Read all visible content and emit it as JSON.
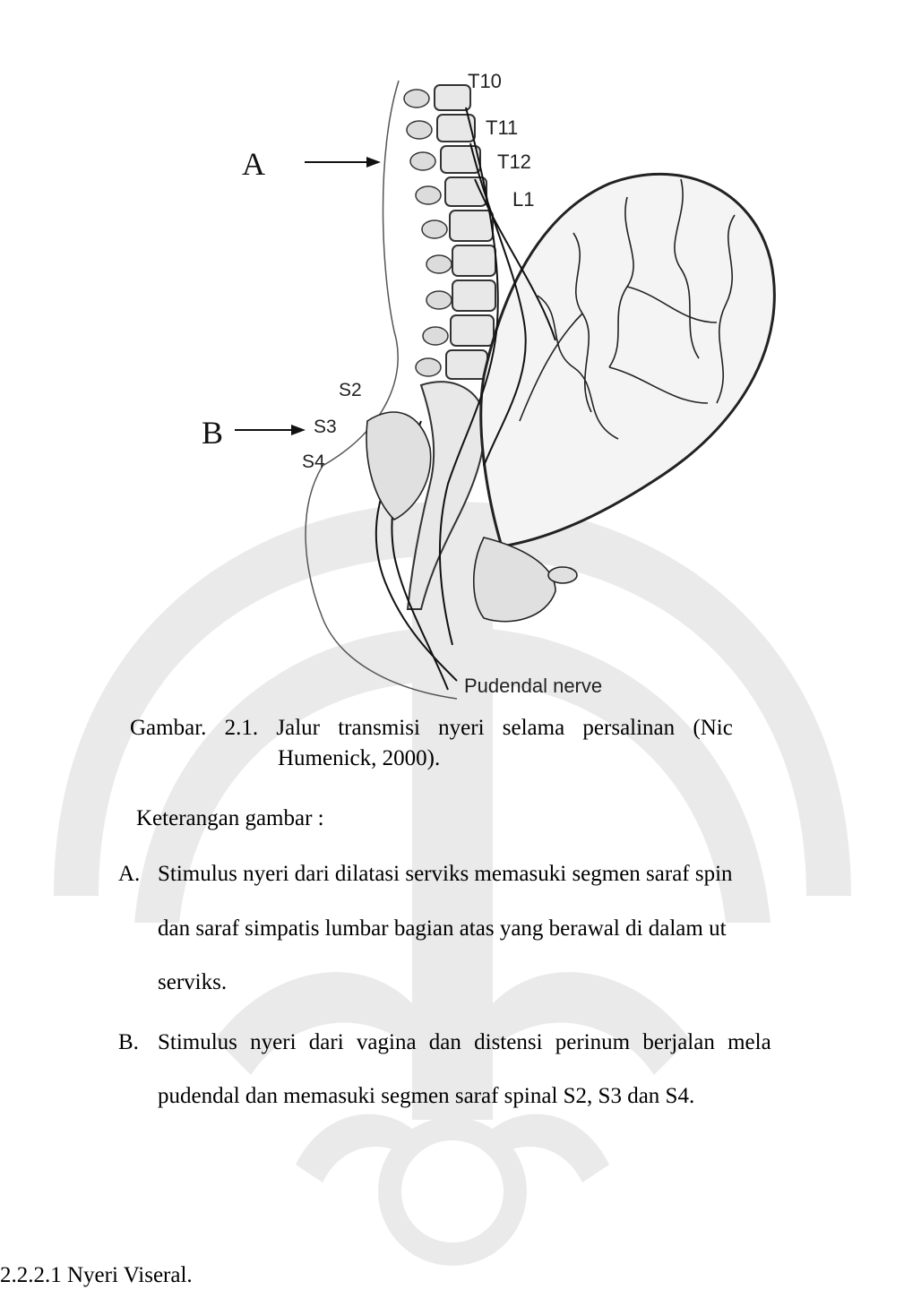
{
  "figure": {
    "label_a": "A",
    "label_b": "B",
    "vertebra_labels": [
      "T10",
      "T11",
      "T12",
      "L1"
    ],
    "sacral_labels": [
      "S2",
      "S3",
      "S4"
    ],
    "nerve_label": "Pudendal nerve"
  },
  "caption": {
    "line1": "Gambar. 2.1. Jalur transmisi nyeri selama persalinan (Nic",
    "line2": "Humenick, 2000)."
  },
  "legend": {
    "title": "Keterangan gambar :",
    "items": [
      {
        "marker": "A.",
        "lines": [
          "Stimulus nyeri dari dilatasi serviks memasuki segmen saraf spin",
          "dan saraf simpatis lumbar bagian atas yang berawal di dalam ut",
          "serviks."
        ]
      },
      {
        "marker": "B.",
        "lines": [
          "Stimulus nyeri dari vagina dan distensi perinum berjalan mela",
          "pudendal dan memasuki segmen saraf spinal S2, S3 dan S4."
        ]
      }
    ]
  },
  "section_heading": "2.2.2.1 Nyeri Viseral."
}
